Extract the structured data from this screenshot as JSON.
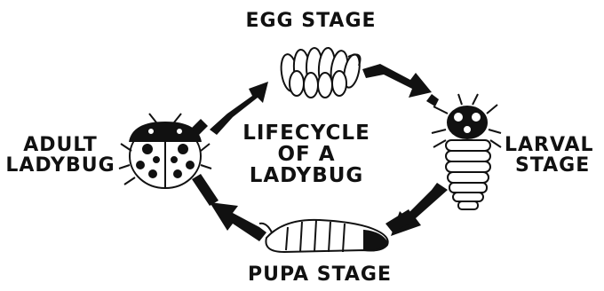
{
  "title": {
    "line1": "LIFECYCLE",
    "line2": "OF A",
    "line3": "LADYBUG"
  },
  "stages": {
    "egg": "EGG STAGE",
    "larval_line1": "LARVAL",
    "larval_line2": "STAGE",
    "pupa": "PUPA STAGE",
    "adult_line1": "ADULT",
    "adult_line2": "LADYBUG"
  },
  "colors": {
    "ink": "#111111",
    "background": "#ffffff"
  }
}
